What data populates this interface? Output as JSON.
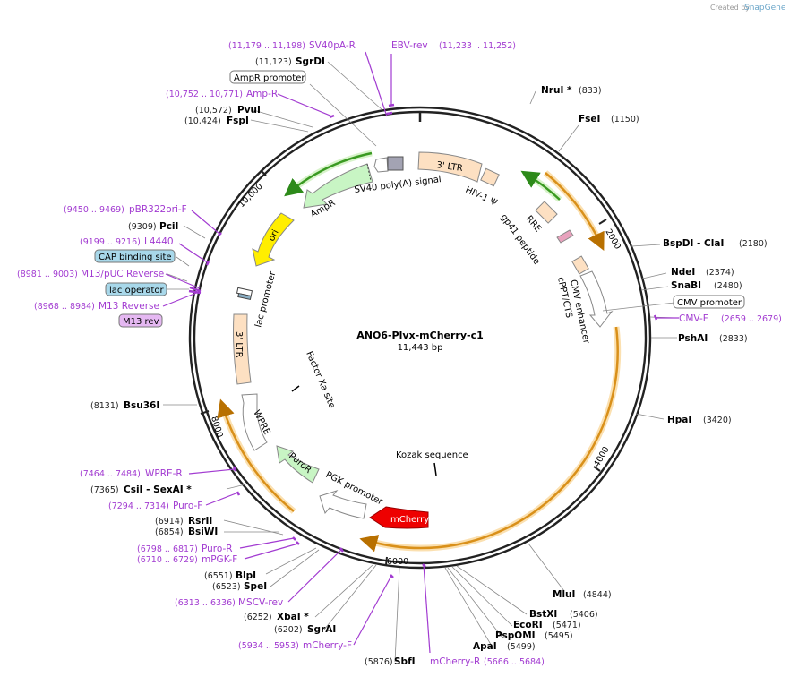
{
  "credit": {
    "prefix": "Created by",
    "brand": "SnapGene"
  },
  "plasmid": {
    "name": "ANO6-Plvx-mCherry-c1",
    "length_label": "11,443 bp"
  },
  "ticks": [
    "2000",
    "4000",
    "6000",
    "8000",
    "10,000"
  ],
  "enzymes": [
    {
      "id": "nrui",
      "name": "NruI *",
      "pos": "(833)"
    },
    {
      "id": "fsei",
      "name": "FseI",
      "pos": "(1150)"
    },
    {
      "id": "bspdi",
      "name": "BspDI - ClaI",
      "pos": "(2180)"
    },
    {
      "id": "ndei",
      "name": "NdeI",
      "pos": "(2374)"
    },
    {
      "id": "snabi",
      "name": "SnaBI",
      "pos": "(2480)"
    },
    {
      "id": "pshai",
      "name": "PshAI",
      "pos": "(2833)"
    },
    {
      "id": "hpai",
      "name": "HpaI",
      "pos": "(3420)"
    },
    {
      "id": "mlui",
      "name": "MluI",
      "pos": "(4844)"
    },
    {
      "id": "bstxi",
      "name": "BstXI",
      "pos": "(5406)"
    },
    {
      "id": "ecori",
      "name": "EcoRI",
      "pos": "(5471)"
    },
    {
      "id": "pspomi",
      "name": "PspOMI",
      "pos": "(5495)"
    },
    {
      "id": "apai",
      "name": "ApaI",
      "pos": "(5499)"
    },
    {
      "id": "sbfi",
      "name": "SbfI",
      "pos": "(5876)"
    },
    {
      "id": "sgrai",
      "name": "SgrAI",
      "pos": "(6202)"
    },
    {
      "id": "xbai",
      "name": "XbaI *",
      "pos": "(6252)"
    },
    {
      "id": "spei",
      "name": "SpeI",
      "pos": "(6523)"
    },
    {
      "id": "blpi",
      "name": "BlpI",
      "pos": "(6551)"
    },
    {
      "id": "bsiwi",
      "name": "BsiWI",
      "pos": "(6854)"
    },
    {
      "id": "rsrii",
      "name": "RsrII",
      "pos": "(6914)"
    },
    {
      "id": "csii",
      "name": "CsiI - SexAI *",
      "pos": "(7365)"
    },
    {
      "id": "bsu36i",
      "name": "Bsu36I",
      "pos": "(8131)"
    },
    {
      "id": "pcii",
      "name": "PciI",
      "pos": "(9309)"
    },
    {
      "id": "fspi",
      "name": "FspI",
      "pos": "(10,424)"
    },
    {
      "id": "pvui",
      "name": "PvuI",
      "pos": "(10,572)"
    },
    {
      "id": "sgrdi",
      "name": "SgrDI",
      "pos": "(11,123)"
    }
  ],
  "primers": [
    {
      "id": "sv40pa-r",
      "name": "SV40pA-R",
      "range": "(11,179 .. 11,198)"
    },
    {
      "id": "ebv-rev",
      "name": "EBV-rev",
      "range": "(11,233 .. 11,252)"
    },
    {
      "id": "amp-r",
      "name": "Amp-R",
      "range": "(10,752 .. 10,771)"
    },
    {
      "id": "pbr322ori-f",
      "name": "pBR322ori-F",
      "range": "(9450 .. 9469)"
    },
    {
      "id": "l4440",
      "name": "L4440",
      "range": "(9199 .. 9216)"
    },
    {
      "id": "m13-puc-reverse",
      "name": "M13/pUC Reverse",
      "range": "(8981 .. 9003)"
    },
    {
      "id": "m13-reverse",
      "name": "M13 Reverse",
      "range": "(8968 .. 8984)"
    },
    {
      "id": "cmv-f",
      "name": "CMV-F",
      "range": "(2659 .. 2679)"
    },
    {
      "id": "wpre-r",
      "name": "WPRE-R",
      "range": "(7464 .. 7484)"
    },
    {
      "id": "puro-f",
      "name": "Puro-F",
      "range": "(7294 .. 7314)"
    },
    {
      "id": "puro-r",
      "name": "Puro-R",
      "range": "(6798 .. 6817)"
    },
    {
      "id": "mpgk-f",
      "name": "mPGK-F",
      "range": "(6710 .. 6729)"
    },
    {
      "id": "mscv-rev",
      "name": "MSCV-rev",
      "range": "(6313 .. 6336)"
    },
    {
      "id": "mcherry-f",
      "name": "mCherry-F",
      "range": "(5934 .. 5953)"
    },
    {
      "id": "mcherry-r",
      "name": "mCherry-R",
      "range": "(5666 .. 5684)"
    }
  ],
  "boxed_labels": [
    {
      "id": "ampr-promoter",
      "text": "AmpR promoter"
    },
    {
      "id": "cmv-promoter",
      "text": "CMV promoter"
    },
    {
      "id": "cap-binding-site",
      "text": "CAP binding site"
    },
    {
      "id": "lac-operator",
      "text": "lac operator"
    },
    {
      "id": "m13-rev",
      "text": "M13 rev"
    }
  ],
  "features": {
    "ltr5": "3' LTR",
    "hiv_psi": "HIV-1 Ψ",
    "rre": "RRE",
    "gp41": "gp41 peptide",
    "cppt": "cPPT/CTS",
    "cmv_enhancer": "CMV enhancer",
    "kozak": "Kozak sequence",
    "mcherry": "mCherry",
    "pgk": "PGK promoter",
    "puror": "PuroR",
    "wpre": "WPRE",
    "factor_xa": "Factor Xa site",
    "ltr3": "3' LTR",
    "lac_promoter": "lac promoter",
    "ori": "ori",
    "ampr": "AmpR",
    "sv40": "SV40 poly(A) signal"
  },
  "colors": {
    "backbone": "#222222",
    "primer": "#a23bd1",
    "ltr": "#fde0c2",
    "ampr": "#c8f5c4",
    "ori": "#ffee00",
    "mcherry": "#ee0000",
    "orf_arc": "#f0a020",
    "cap_box": "#a8d8ea",
    "m13_box": "#e5b8f2"
  }
}
